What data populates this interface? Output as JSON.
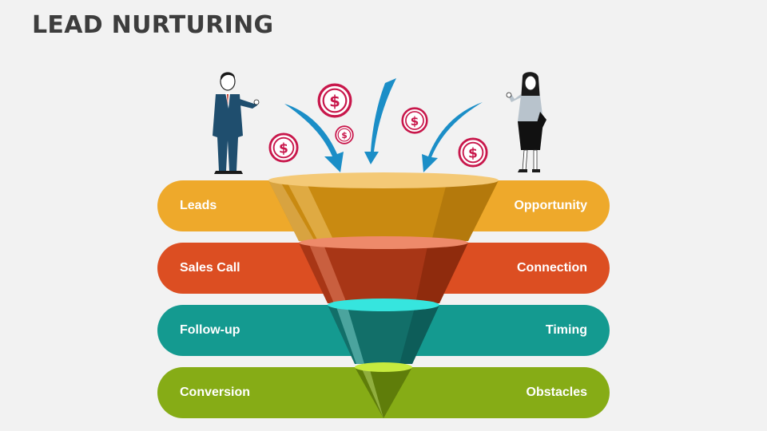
{
  "title": "LEAD NURTURING",
  "rows": [
    {
      "left": "Leads",
      "right": "Opportunity",
      "color": "#EEA92B"
    },
    {
      "left": "Sales Call",
      "right": "Connection",
      "color": "#DC4E22"
    },
    {
      "left": "Follow-up",
      "right": "Timing",
      "color": "#149A90"
    },
    {
      "left": "Conversion",
      "right": "Obstacles",
      "color": "#86AC16"
    }
  ],
  "icons": [
    "businessman-figure",
    "businesswoman-figure",
    "dollar-coin-icon",
    "arrow-icon",
    "funnel"
  ]
}
